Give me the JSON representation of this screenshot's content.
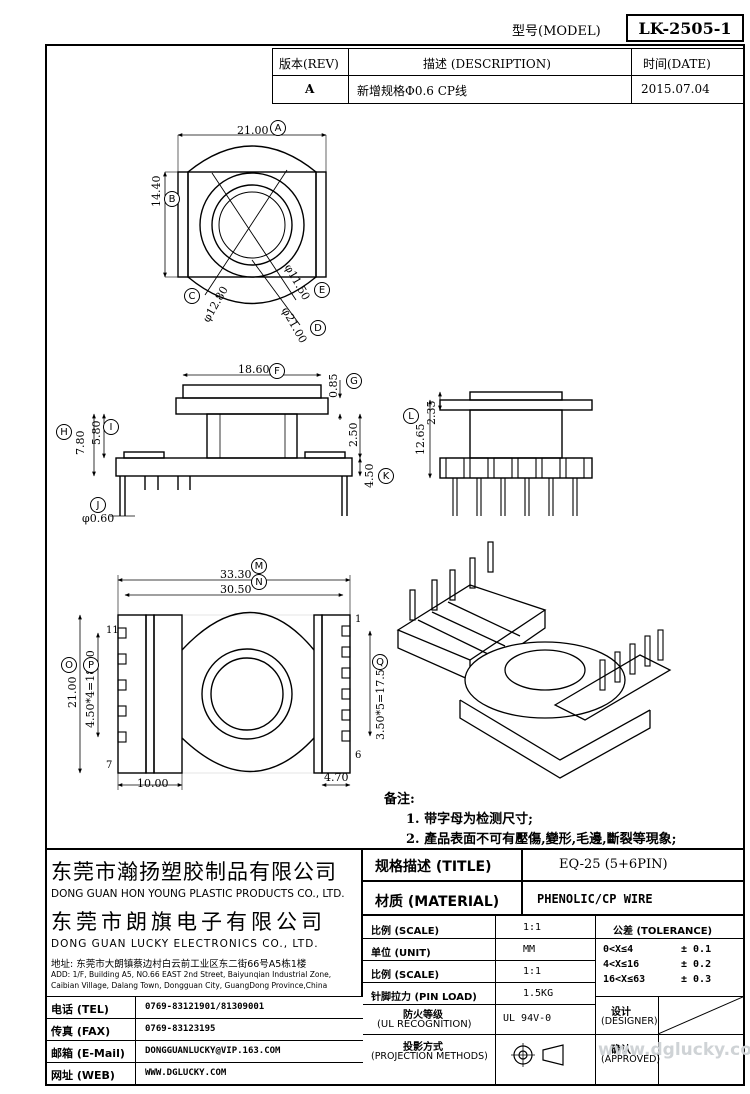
{
  "header": {
    "model_label": "型号(MODEL)",
    "model_value": "LK-2505-1"
  },
  "revision": {
    "rev_header": "版本(REV)",
    "desc_header": "描述 (DESCRIPTION)",
    "date_header": "时间(DATE)",
    "rev_value": "A",
    "desc_value": "新增规格Φ0.6 CP线",
    "date_value": "2015.07.04"
  },
  "dims": {
    "A": "21.00",
    "B": "14.40",
    "C": "φ12.80",
    "D": "φ21.00",
    "E": "φ11.50",
    "F": "18.60",
    "G": "0.85",
    "H": "7.80",
    "I": "5.80",
    "J": "φ0.60",
    "K": "4.50",
    "K2": "2.50",
    "L": "12.65",
    "L2": "2.35",
    "M": "33.30",
    "N": "30.50",
    "O": "21.00",
    "P": "4.50*4=18.00",
    "Q": "3.50*5=17.50",
    "R": "10.00",
    "S": "4.70",
    "pin1": "11",
    "pin7": "7",
    "pin6": "6",
    "pin1r": "1"
  },
  "letters": [
    "A",
    "B",
    "C",
    "D",
    "E",
    "F",
    "G",
    "H",
    "I",
    "J",
    "K",
    "L",
    "M",
    "N",
    "O",
    "P",
    "Q"
  ],
  "notes": {
    "title": "备注:",
    "n1": "1. 带字母为检测尺寸;",
    "n2": "2. 產品表面不可有壓傷,變形,毛邊,斷裂等現象;"
  },
  "company": {
    "cn1": "东莞市瀚扬塑胶制品有限公司",
    "en1": "DONG GUAN HON YOUNG PLASTIC PRODUCTS CO., LTD.",
    "cn2": "东莞市朗旗电子有限公司",
    "en2": "DONG GUAN LUCKY ELECTRONICS CO., LTD.",
    "addr_cn": "地址: 东莞市大朗镇蔡边村白云前工业区东二街66号A5栋1楼",
    "addr_en1": "ADD: 1/F, Building A5, NO.66 EAST 2nd Street, Baiyunqian Industrial Zone,",
    "addr_en2": "Caibian Village, Dalang Town, Dongguan City, GuangDong Province,China"
  },
  "contact": [
    {
      "label": "电话 (TEL)",
      "value": "0769-83121901/81309001"
    },
    {
      "label": "传真 (FAX)",
      "value": "0769-83123195"
    },
    {
      "label": "邮箱 (E-Mail)",
      "value": "DONGGUANLUCKY@VIP.163.COM"
    },
    {
      "label": "网址 (WEB)",
      "value": "WWW.DGLUCKY.COM"
    }
  ],
  "spec": {
    "title_label": "规格描述 (TITLE)",
    "title_value": "EQ-25 (5+6PIN)",
    "material_label": "材质 (MATERIAL)",
    "material_value": "PHENOLIC/CP WIRE",
    "scale_label": "比例 (SCALE)",
    "scale_value": "1:1",
    "unit_label": "单位 (UNIT)",
    "unit_value": "MM",
    "scale2_label": "比例 (SCALE)",
    "scale2_value": "1:1",
    "pinload_label": "针脚拉力 (PIN LOAD)",
    "pinload_value": "1.5KG",
    "ul_label1": "防火等级",
    "ul_label2": "(UL RECOGNITION)",
    "ul_value": "UL 94V-0",
    "proj_label1": "投影方式",
    "proj_label2": "(PROJECTION METHODS)",
    "tol_header": "公差 (TOLERANCE)",
    "tol": [
      {
        "range": "0<X≤4",
        "val": "± 0.1"
      },
      {
        "range": "4<X≤16",
        "val": "± 0.2"
      },
      {
        "range": "16<X≤63",
        "val": "± 0.3"
      }
    ],
    "designer1": "设计",
    "designer2": "(DESIGNER)",
    "approved1": "确认",
    "approved2": "(APPROVED)"
  },
  "watermark": "www.dglucky.com"
}
